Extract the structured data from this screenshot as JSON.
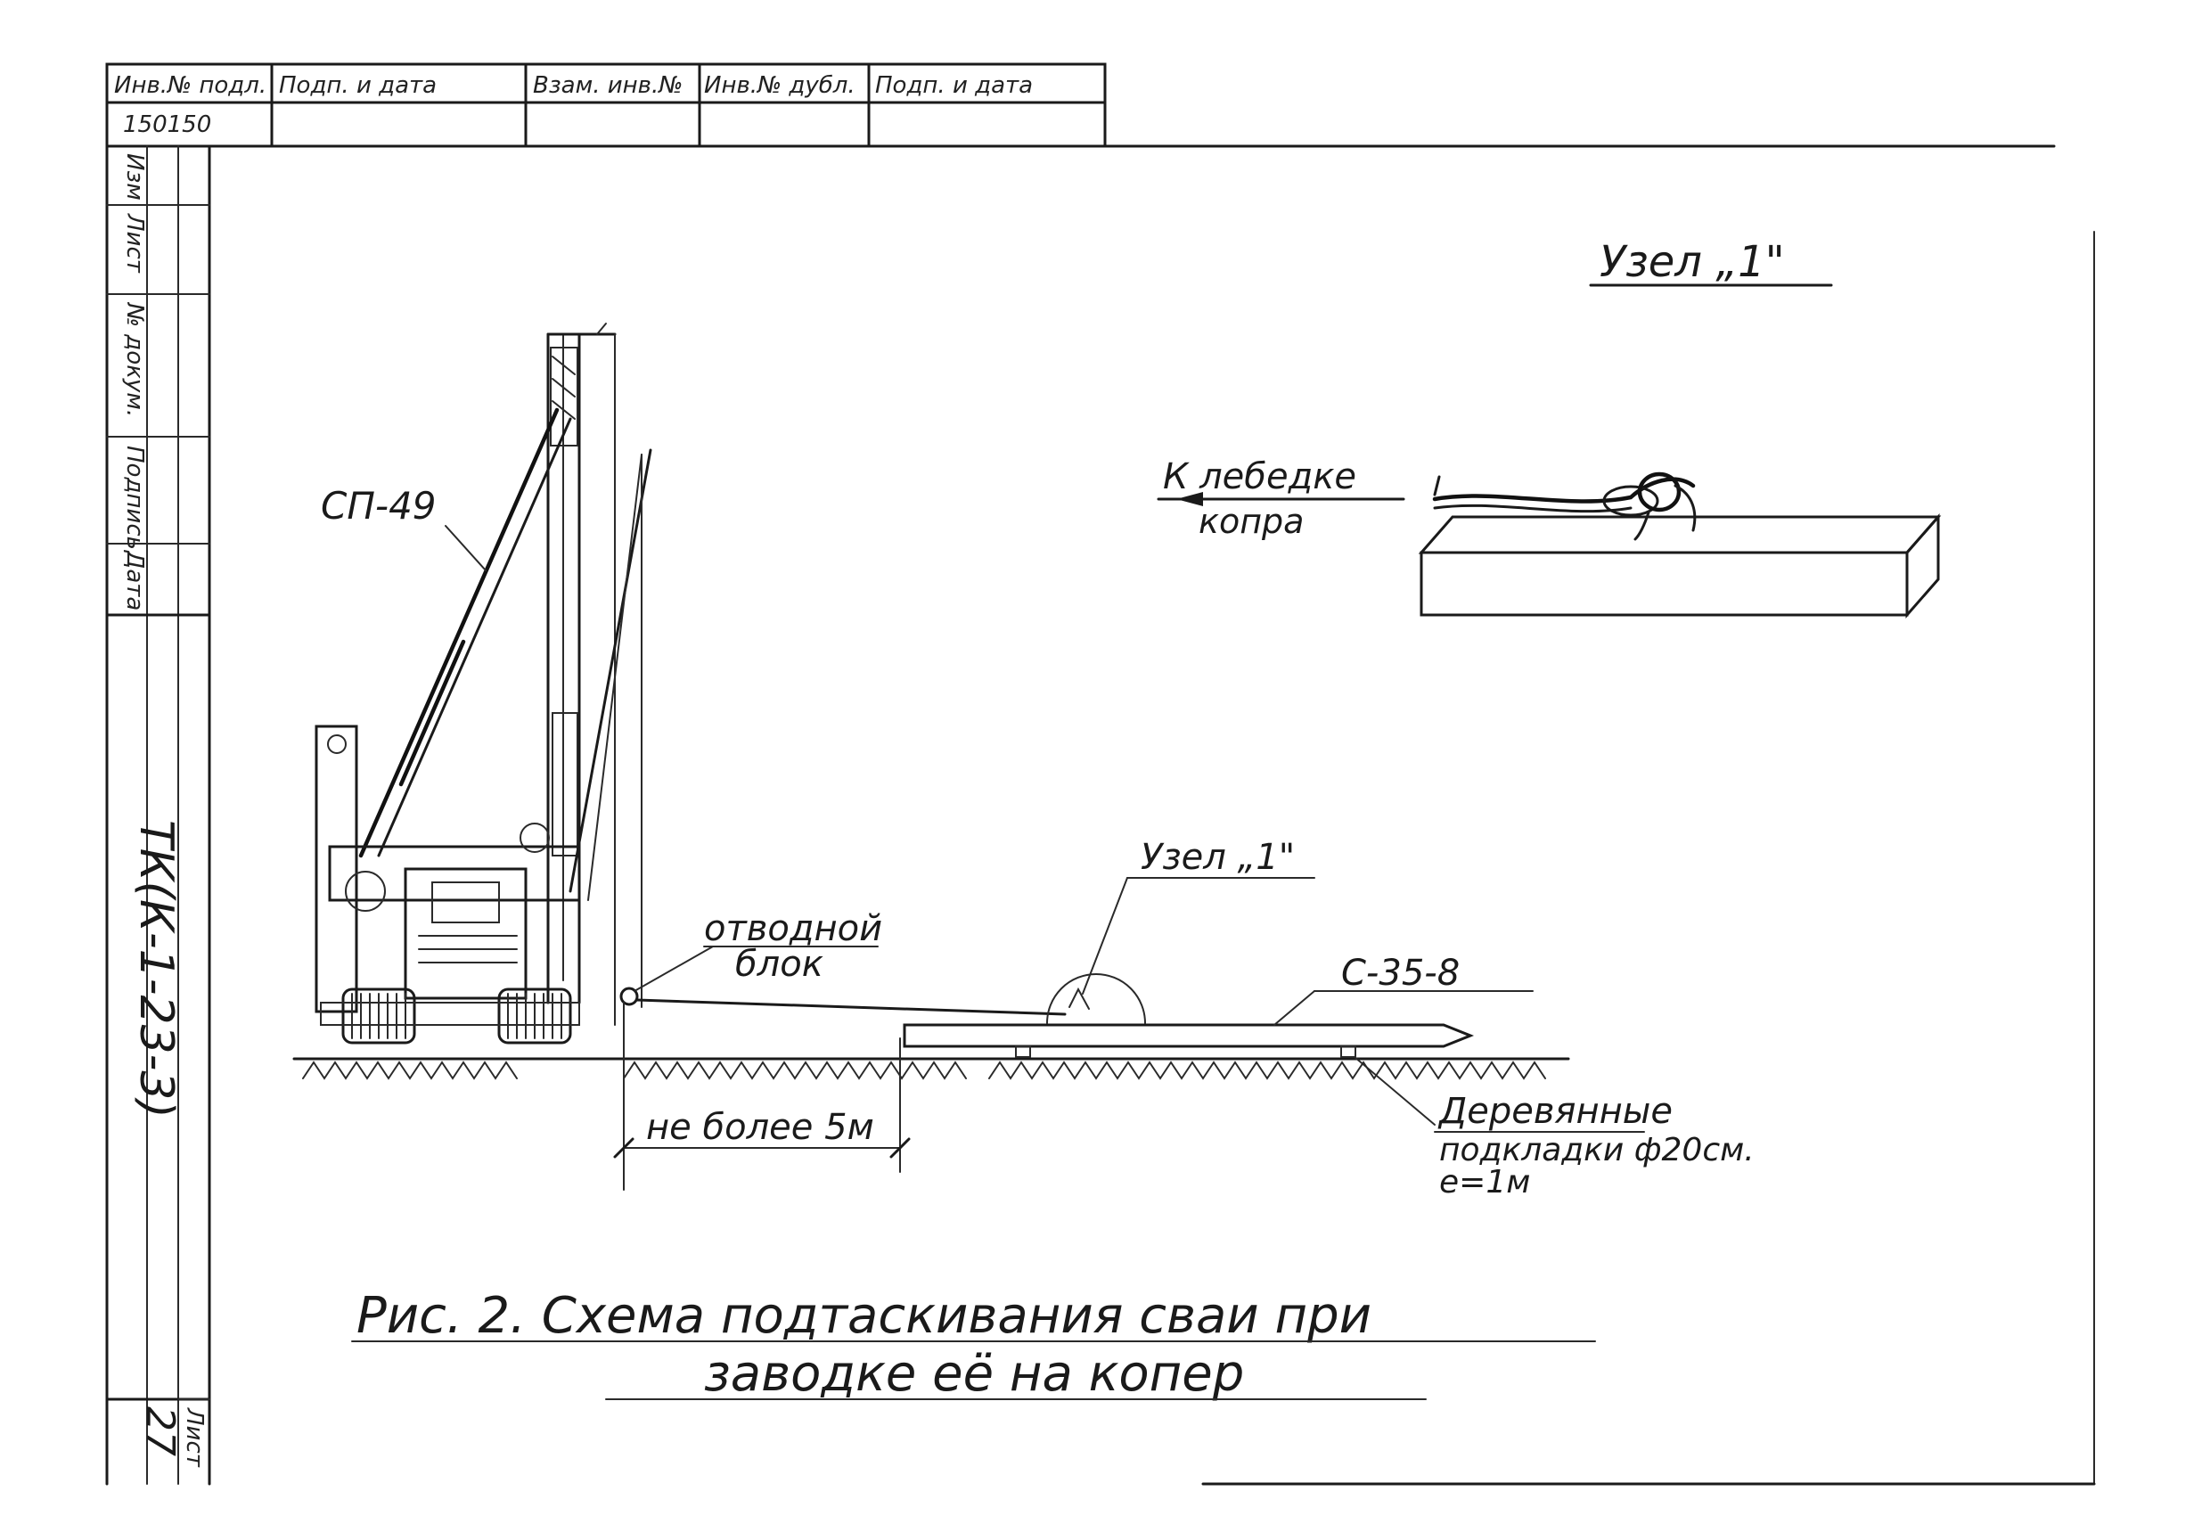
{
  "title_block": {
    "headers": [
      "Инв.№ подл.",
      "Подп. и дата",
      "Взам. инв.№",
      "Инв.№ дубл.",
      "Подп. и дата"
    ],
    "inv_number": "150150",
    "side_labels": [
      "Изм",
      "Лист",
      "№ докум.",
      "Подпись",
      "Дата"
    ],
    "doc_code": "ТК(К-1-23-3)",
    "sheet_label": "Лист",
    "sheet_number": "27"
  },
  "detail": {
    "title": "Узел „1\"",
    "to_winch": "К лебедке",
    "to_winch_2": "копра"
  },
  "labels": {
    "machine": "СП-49",
    "deflect_block_1": "отводной",
    "deflect_block_2": "блок",
    "node_ref": "Узел „1\"",
    "pile": "С-35-8",
    "distance": "не более 5м",
    "pads_1": "Деревянные",
    "pads_2": "подкладки ф20см.",
    "pads_3": "е=1м"
  },
  "caption": {
    "line1": "Рис. 2.   Схема подтаскивания сваи при",
    "line2": "заводке её  на  копер"
  }
}
